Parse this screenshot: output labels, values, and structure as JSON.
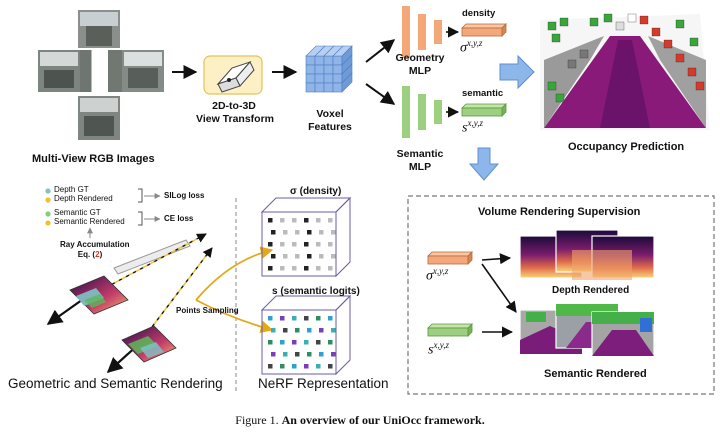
{
  "inputs": {
    "label": "Multi-View RGB Images"
  },
  "transform": {
    "line1": "2D-to-3D",
    "line2": "View Transform"
  },
  "voxel": {
    "line1": "Voxel",
    "line2": "Features"
  },
  "geometry_mlp": {
    "line1": "Geometry",
    "line2": "MLP",
    "output": "density",
    "symbol": "σ",
    "sup": "x,y,z"
  },
  "semantic_mlp": {
    "line1": "Semantic",
    "line2": "MLP",
    "output": "semantic",
    "symbol": "s",
    "sup": "x,y,z"
  },
  "occupancy": {
    "label": "Occupancy Prediction"
  },
  "rendering": {
    "legend": [
      "Depth GT",
      "Depth Rendered",
      "Semantic GT",
      "Semantic Rendered"
    ],
    "silog": "SILog loss",
    "ce": "CE loss",
    "ray_line1": "Ray Accumulation",
    "ray_line2_prefix": "Eq. (",
    "ray_line2_num": "2",
    "ray_line2_suffix": ")",
    "points_sampling": "Points Sampling",
    "title": "Geometric and Semantic Rendering"
  },
  "nerf": {
    "density_label": "σ (density)",
    "logits_label": "s (semantic logits)",
    "title": "NeRF Representation"
  },
  "supervision": {
    "title": "Volume Rendering Supervision",
    "depth": "Depth Rendered",
    "semantic": "Semantic Rendered",
    "sigma": "σ",
    "s": "s",
    "sup": "x,y,z"
  },
  "caption": {
    "prefix": "Figure 1.",
    "bold": "An overview of our UniOcc framework."
  },
  "colors": {
    "geometry": "#f4a87a",
    "semantic": "#9ccf7f",
    "voxel": "#8fb4e8",
    "arrow_blue": "#6a9fe0",
    "ray_dash": "#e0b800",
    "red": "#d23b2b"
  }
}
